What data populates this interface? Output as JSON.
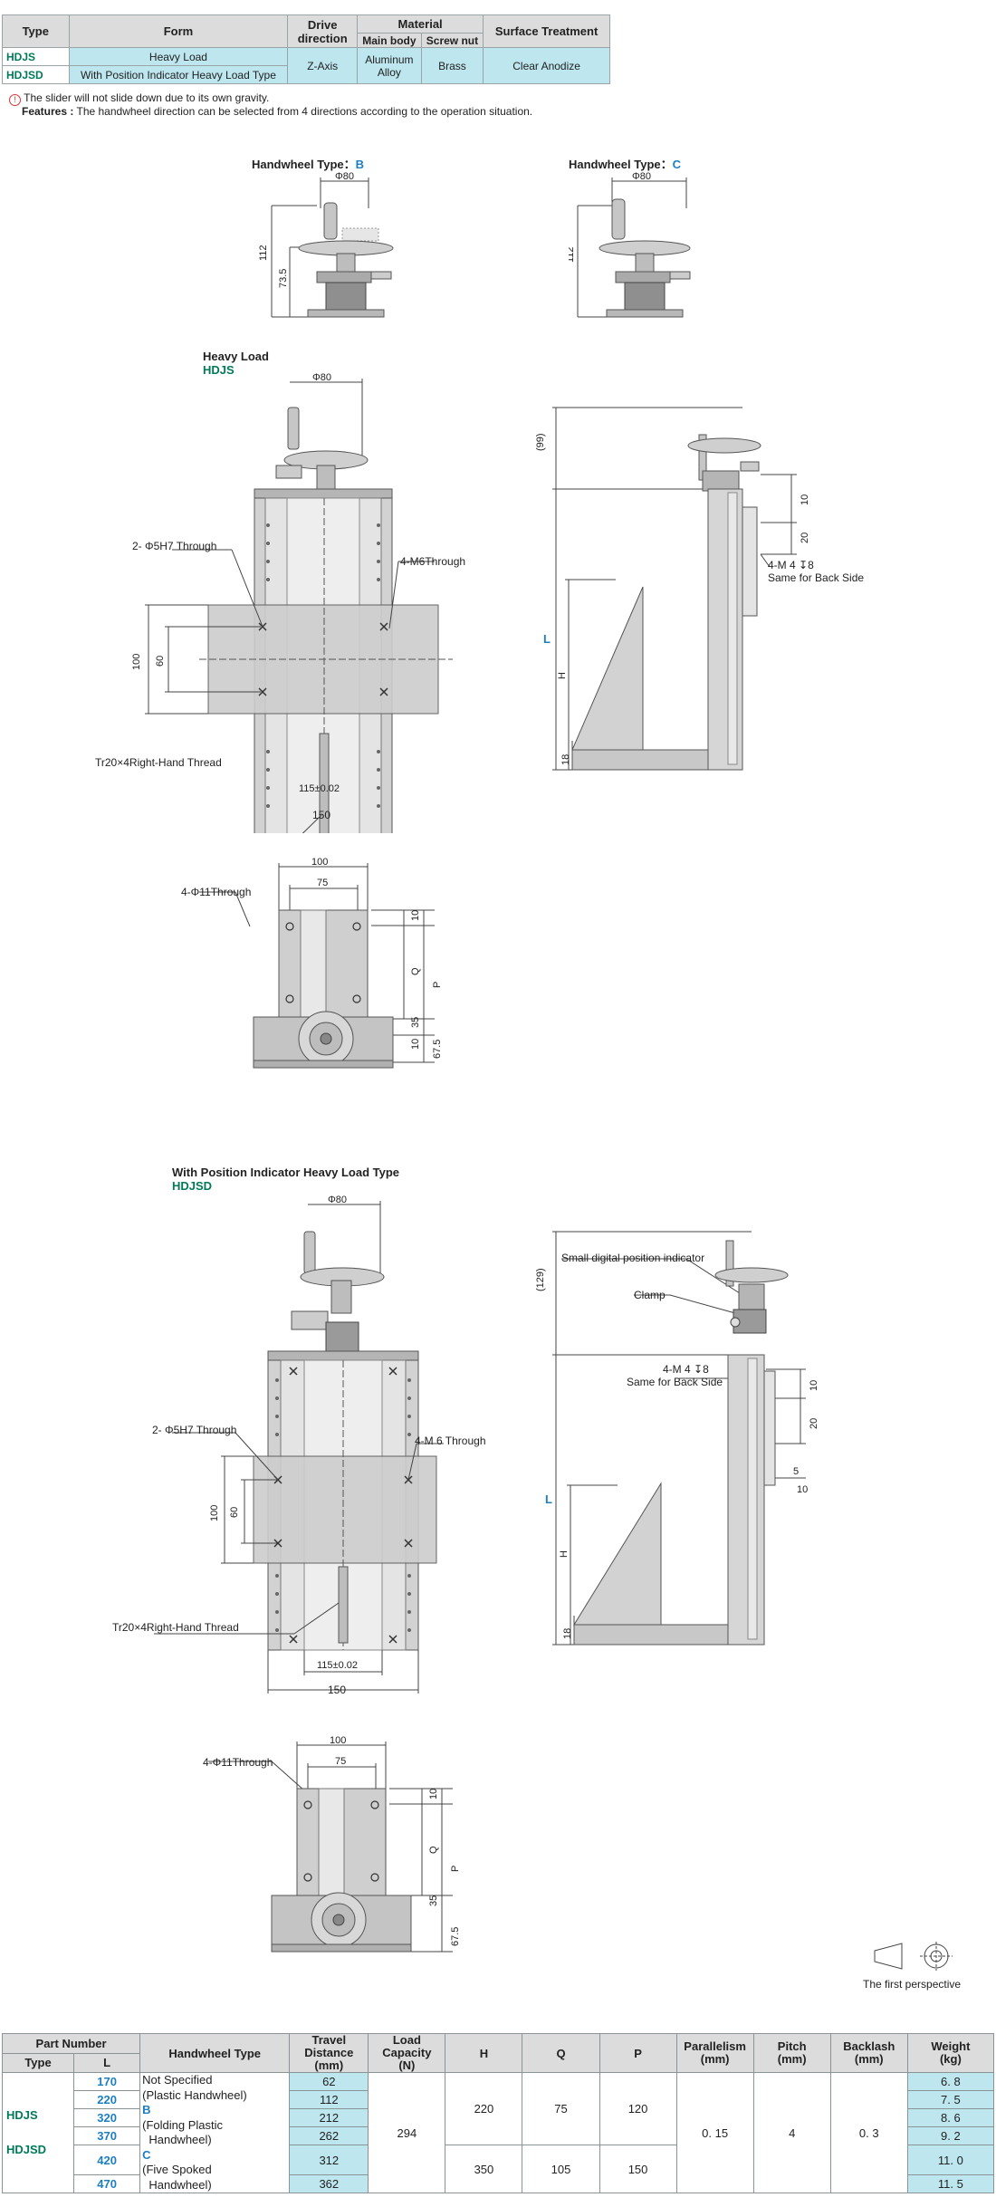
{
  "spec_table": {
    "headers": {
      "type": "Type",
      "form": "Form",
      "drive": "Drive direction",
      "material": "Material",
      "main_body": "Main body",
      "screw_nut": "Screw nut",
      "surface": "Surface Treatment"
    },
    "rows": [
      {
        "type": "HDJS",
        "form": "Heavy Load"
      },
      {
        "type": "HDJSD",
        "form": "With Position Indicator Heavy Load Type"
      }
    ],
    "drive_value": "Z-Axis",
    "main_body_value": "Aluminum Alloy",
    "screw_nut_value": "Brass",
    "surface_value": "Clear Anodize"
  },
  "notes": {
    "note1": "The slider will not slide down due to its own gravity.",
    "features_label": "Features :",
    "features_text": "The handwheel direction can be selected from 4 directions according to the operation situation."
  },
  "handwheel_b": {
    "title": "Handwheel Type：",
    "type": "B",
    "phi": "Φ80",
    "h1": "112",
    "h2": "73.5"
  },
  "handwheel_c": {
    "title": "Handwheel Type：",
    "type": "C",
    "phi": "Φ80",
    "h1": "112"
  },
  "hdjs": {
    "title": "Heavy Load",
    "code": "HDJS",
    "phi": "Φ80",
    "hole_through": "2- Φ5H7 Through",
    "m6_through": "4-M6Through",
    "dim100": "100",
    "dim60": "60",
    "thread": "Tr20×4Right-Hand Thread",
    "dim115": "115±0.02",
    "dim150": "150",
    "side_99": "(99)",
    "side_10": "10",
    "side_20": "20",
    "side_m4": "4-M 4 ↧8",
    "side_same": "Same for Back Side",
    "side_L": "L",
    "side_H": "H",
    "side_18": "18",
    "top_100": "100",
    "top_75": "75",
    "top_holes": "4-Φ11Through",
    "top_10a": "10",
    "top_Q": "Q",
    "top_P": "P",
    "top_35": "35",
    "top_10b": "10",
    "top_675": "67.5"
  },
  "hdjsd": {
    "title": "With Position Indicator Heavy Load Type",
    "code": "HDJSD",
    "phi": "Φ80",
    "hole_through": "2- Φ5H7 Through",
    "m6_through": "4-M 6 Through",
    "dim100": "100",
    "dim60": "60",
    "thread": "Tr20×4Right-Hand Thread",
    "dim115": "115±0.02",
    "dim150": "150",
    "side_indicator": "Small digital position indicator",
    "side_clamp": "Clamp",
    "side_129": "(129)",
    "side_m4": "4-M 4 ↧8",
    "side_same": "Same for Back Side",
    "side_10a": "10",
    "side_20": "20",
    "side_5": "5",
    "side_10b": "10",
    "side_L": "L",
    "side_H": "H",
    "side_18": "18",
    "top_100": "100",
    "top_75": "75",
    "top_holes": "4-Φ11Through",
    "top_10": "10",
    "top_Q": "Q",
    "top_P": "P",
    "top_35": "35",
    "top_675": "67.5"
  },
  "perspective": "The first perspective",
  "part_table": {
    "headers": {
      "part_number": "Part Number",
      "type": "Type",
      "L": "L",
      "handwheel": "Handwheel Type",
      "travel": "Travel Distance",
      "travel_unit": "(mm)",
      "load": "Load Capacity",
      "load_unit": "(N)",
      "H": "H",
      "Q": "Q",
      "P": "P",
      "parallelism": "Parallelism",
      "parallelism_unit": "(mm)",
      "pitch": "Pitch",
      "pitch_unit": "(mm)",
      "backlash": "Backlash",
      "backlash_unit": "(mm)",
      "weight": "Weight",
      "weight_unit": "(kg)"
    },
    "types": [
      "HDJS",
      "HDJSD"
    ],
    "rows": [
      {
        "L": "170",
        "travel": "62",
        "weight": "6. 8"
      },
      {
        "L": "220",
        "travel": "112",
        "weight": "7. 5"
      },
      {
        "L": "320",
        "travel": "212",
        "weight": "8. 6"
      },
      {
        "L": "370",
        "travel": "262",
        "weight": "9. 2"
      },
      {
        "L": "420",
        "travel": "312",
        "weight": "11. 0"
      },
      {
        "L": "470",
        "travel": "362",
        "weight": "11. 5"
      }
    ],
    "handwheel_lines": [
      "Not Specified",
      "(Plastic Handwheel)",
      "B",
      "(Folding Plastic",
      "  Handwheel)",
      "C",
      "(Five Spoked",
      "  Handwheel)"
    ],
    "load": "294",
    "H_a": "220",
    "Q_a": "75",
    "P_a": "120",
    "H_b": "350",
    "Q_b": "105",
    "P_b": "150",
    "parallelism": "0. 15",
    "pitch": "4",
    "backlash": "0. 3"
  }
}
